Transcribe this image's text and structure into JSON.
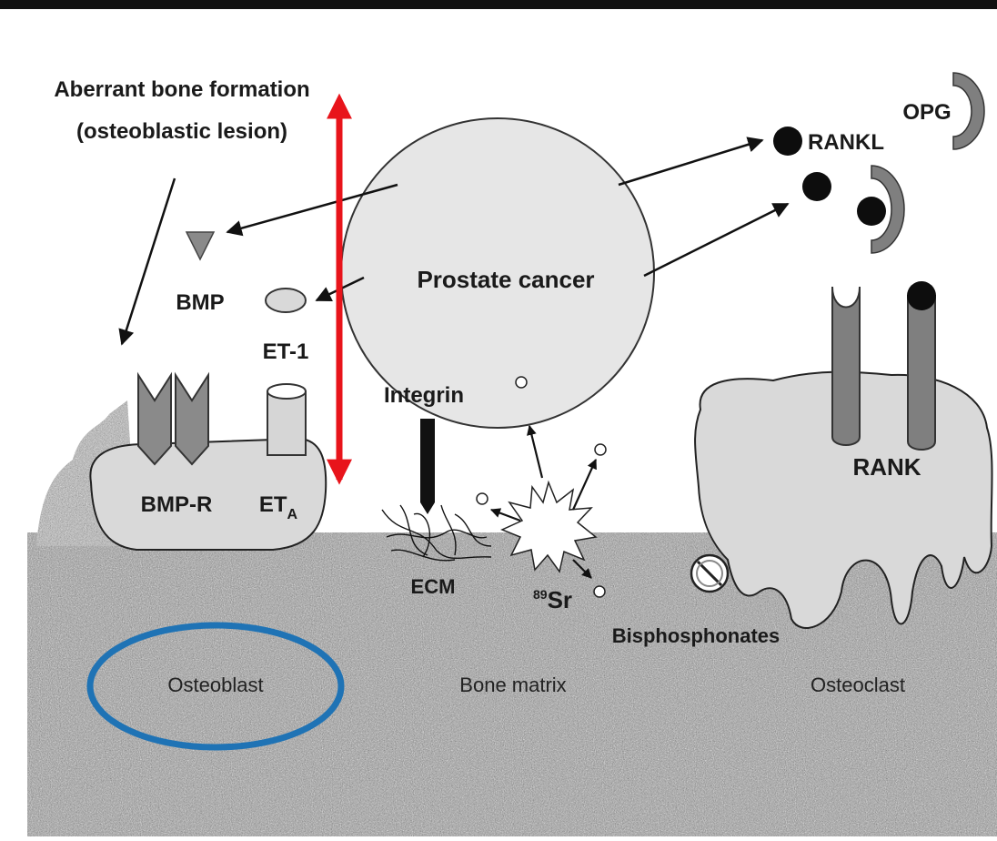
{
  "header": {
    "formation_line1": "Aberrant bone formation",
    "formation_line2": "(osteoblastic lesion)"
  },
  "cells": {
    "cancer": "Prostate cancer",
    "osteoblast": "Osteoblast",
    "bone_matrix": "Bone matrix",
    "osteoclast": "Osteoclast"
  },
  "molecules": {
    "bmp": "BMP",
    "bmp_r": "BMP-R",
    "et1": "ET-1",
    "eta_main": "ET",
    "eta_sub": "A",
    "integrin": "Integrin",
    "ecm": "ECM",
    "sr_sup": "89",
    "sr_main": "Sr",
    "bisphosphonates": "Bisphosphonates",
    "rankl": "RANKL",
    "opg": "OPG",
    "rank": "RANK"
  },
  "colors": {
    "double_arrow": "#e8141b",
    "highlight_ellipse": "#1f73b5",
    "receptor_gray": "#7f7f7f",
    "cell_fill": "#d9d9d9",
    "top_rule": "#111111"
  }
}
